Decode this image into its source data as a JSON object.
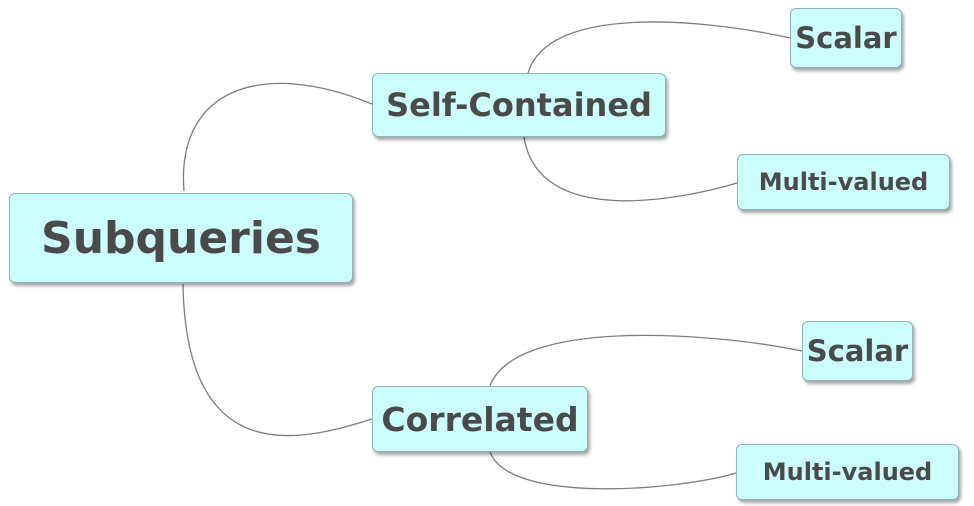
{
  "colors": {
    "node_fill": "#ccfdfd",
    "node_text": "#4a4a4a",
    "link_stroke": "#7d7d7d"
  },
  "nodes": {
    "root": "Subqueries",
    "self_contained": "Self-Contained",
    "self_scalar": "Scalar",
    "self_multi": "Multi-valued",
    "correlated": "Correlated",
    "corr_scalar": "Scalar",
    "corr_multi": "Multi-valued"
  }
}
